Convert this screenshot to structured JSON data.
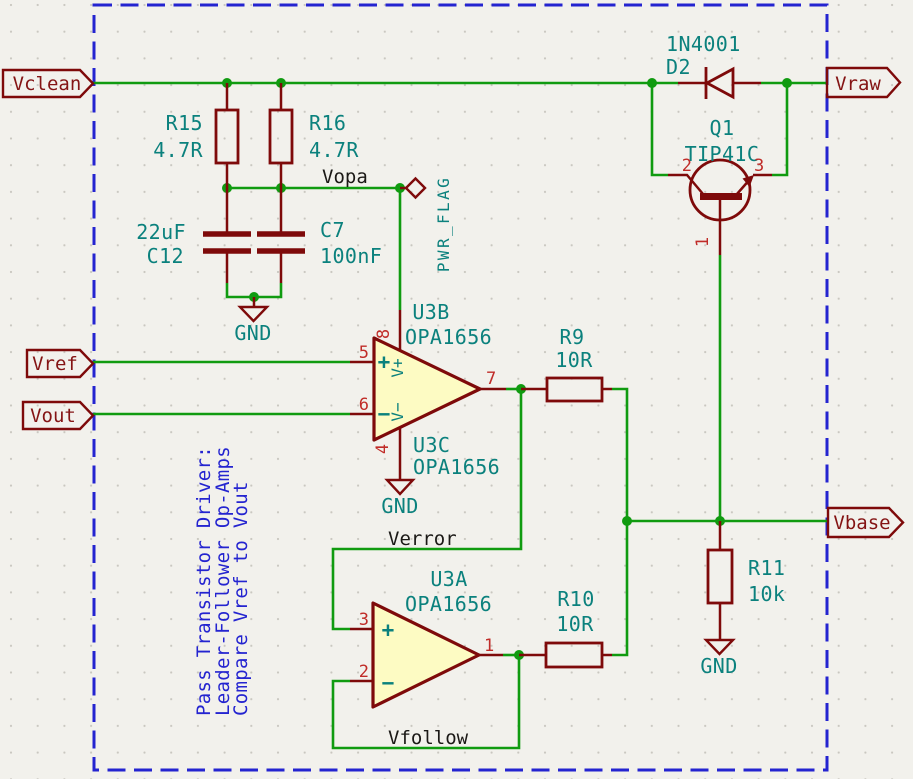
{
  "app": "schematic-editor-canvas",
  "colors": {
    "background": "#f2f1ec",
    "wire_green": "#109b10",
    "component_dark_red": "#7e0a0a",
    "pin_number_red": "#c02c28",
    "field_teal": "#0b817d",
    "net_label_black": "#1b1916",
    "note_blue": "#2424d0",
    "opamp_fill_yellow": "#fdfbc3",
    "border_dash_blue": "#2424d0"
  },
  "global_labels": {
    "vclean": "Vclean",
    "vref": "Vref",
    "vout": "Vout",
    "vraw": "Vraw",
    "vbase": "Vbase"
  },
  "net_labels": {
    "vopa": "Vopa",
    "verror": "Verror",
    "vfollow": "Vfollow"
  },
  "power": {
    "pwr_flag": "PWR_FLAG",
    "gnd1": "GND",
    "gnd2": "GND",
    "gnd3": "GND"
  },
  "components": {
    "d2": {
      "ref": "D2",
      "value": "1N4001"
    },
    "q1": {
      "ref": "Q1",
      "value": "TIP41C",
      "pin_base": "1",
      "pin_collector": "2",
      "pin_emitter": "3"
    },
    "r15": {
      "ref": "R15",
      "value": "4.7R"
    },
    "r16": {
      "ref": "R16",
      "value": "4.7R"
    },
    "c12": {
      "ref": "C12",
      "value": "22uF"
    },
    "c7": {
      "ref": "C7",
      "value": "100nF"
    },
    "r9": {
      "ref": "R9",
      "value": "10R"
    },
    "r10": {
      "ref": "R10",
      "value": "10R"
    },
    "r11": {
      "ref": "R11",
      "value": "10k"
    },
    "u3b": {
      "ref": "U3B",
      "value": "OPA1656",
      "pin_inp": "5",
      "pin_inn": "6",
      "pin_out": "7",
      "pin_vp": "8",
      "pin_vn": "4",
      "plus": "+",
      "minus": "−",
      "vplus": "V+",
      "vminus": "V−"
    },
    "u3c": {
      "ref": "U3C",
      "value": "OPA1656"
    },
    "u3a": {
      "ref": "U3A",
      "value": "OPA1656",
      "pin_inp": "3",
      "pin_inn": "2",
      "pin_out": "1",
      "plus": "+",
      "minus": "−"
    }
  },
  "note": {
    "line1": "Pass Transistor Driver:",
    "line2": "Leader-Follower Op-Amps",
    "line3": "Compare Vref to Vout"
  }
}
